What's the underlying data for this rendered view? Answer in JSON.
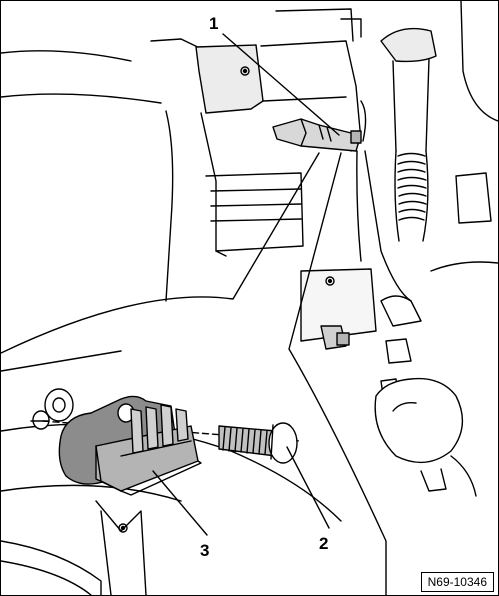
{
  "figure": {
    "code": "N69-10346",
    "colors": {
      "line": "#000000",
      "background": "#ffffff",
      "part_dark": "#8c8c8c",
      "part_mid": "#b4b4b4",
      "part_light": "#d0d0d0",
      "shade": "#ececec"
    },
    "callouts": [
      {
        "number": "1"
      },
      {
        "number": "2"
      },
      {
        "number": "3"
      }
    ]
  }
}
